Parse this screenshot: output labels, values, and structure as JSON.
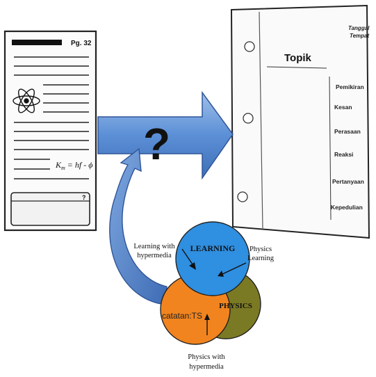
{
  "textbook": {
    "page_label": "Pg. 32",
    "formula_lhs": "K",
    "formula_sub": "m",
    "formula_rhs": " = hf - ϕ",
    "box_mark": "?"
  },
  "transition": {
    "mark": "?"
  },
  "notebook": {
    "corner_line1": "Tanggal",
    "corner_line2": "Tempat",
    "topic": "Topik",
    "items": [
      "Pemikiran",
      "Kesan",
      "Perasaan",
      "Reaksi",
      "Pertanyaan",
      "Kepedulian"
    ]
  },
  "venn": {
    "learning": "LEARNING",
    "physics": "PHYSICS",
    "center_label": "catatan:TS",
    "label_left_line1": "Learning with",
    "label_left_line2": "hypermedia",
    "label_right_line1": "Physics",
    "label_right_line2": "Learning",
    "label_bottom_line1": "Physics with",
    "label_bottom_line2": "hypermedia"
  },
  "colors": {
    "learning": "#2f8fe0",
    "physics": "#7b7a24",
    "hypermedia": "#f1841f",
    "arrow": "#4f86d0",
    "arrow_light": "#9fc0ea"
  }
}
